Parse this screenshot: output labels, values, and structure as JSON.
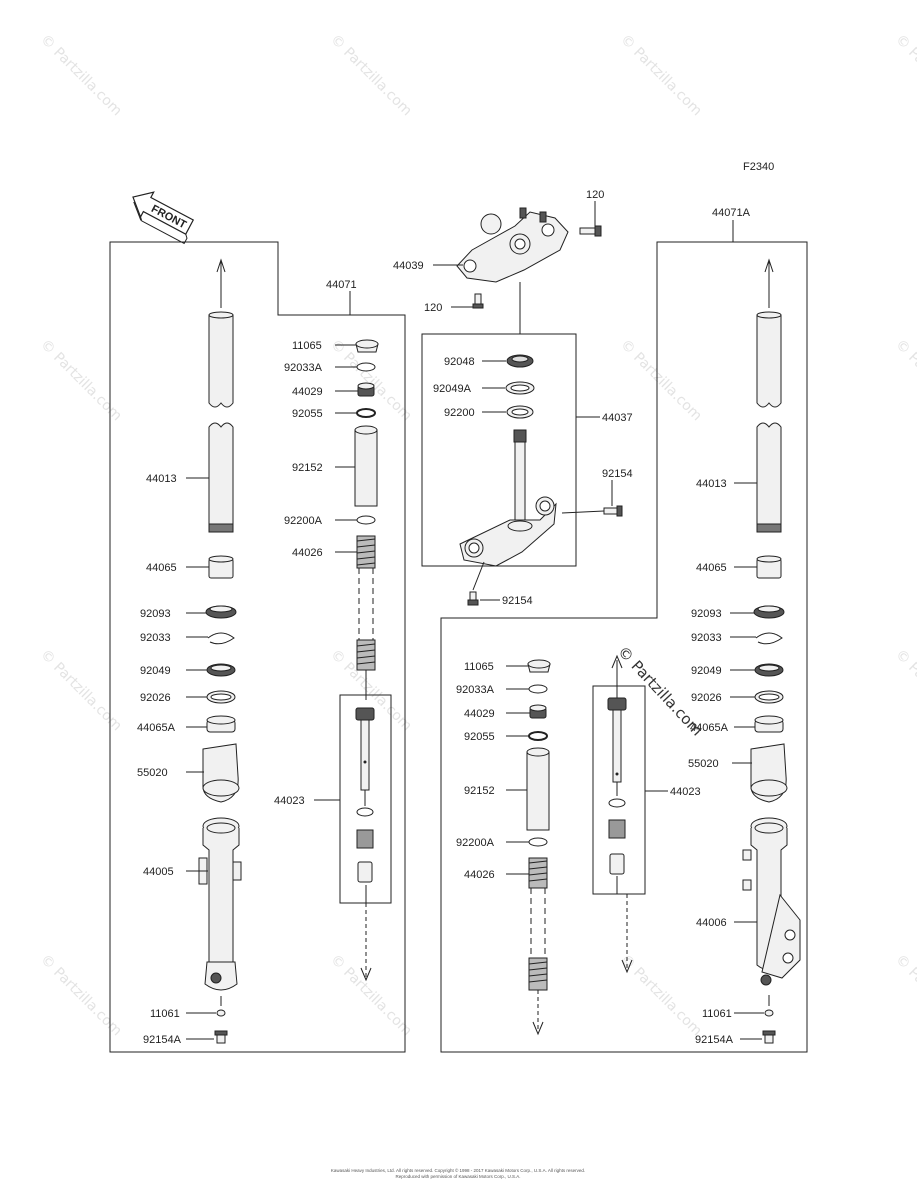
{
  "figure_code": "F2340",
  "front_arrow_label": "FRONT",
  "watermark_text": "© Partzilla.com",
  "diagram_watermark": "© Partzilla.com",
  "copyright_lines": [
    "Kawasaki Heavy Industries, Ltd. All rights reserved. Copyright © 1998 - 2017 Kawasaki Motors Corp., U.S.A. All rights reserved.",
    "Reproduced with permission of Kawasaki Motors Corp., U.S.A."
  ],
  "labels": {
    "left_assembly": "44071",
    "right_assembly": "44071A",
    "steering_assembly": "44037",
    "upper_bracket": "44039",
    "bolt_120_top": "120",
    "bolt_120_bottom": "120",
    "s_92048": "92048",
    "s_92049A": "92049A",
    "s_92200": "92200",
    "s_92154_side": "92154",
    "s_92154_bottom": "92154",
    "l_11065": "11065",
    "l_92033A": "92033A",
    "l_44029": "44029",
    "l_92055": "92055",
    "l_92152": "92152",
    "l_92200A": "92200A",
    "l_44026": "44026",
    "l_44023": "44023",
    "l_44013": "44013",
    "l_44065": "44065",
    "l_92093": "92093",
    "l_92033": "92033",
    "l_92049": "92049",
    "l_92026": "92026",
    "l_44065A": "44065A",
    "l_55020": "55020",
    "l_44005": "44005",
    "l_11061": "11061",
    "l_92154A": "92154A",
    "r_11065": "11065",
    "r_92033A": "92033A",
    "r_44029": "44029",
    "r_92055": "92055",
    "r_92152": "92152",
    "r_92200A": "92200A",
    "r_44026": "44026",
    "r_44023": "44023",
    "r_44013": "44013",
    "r_44065": "44065",
    "r_92093": "92093",
    "r_92033": "92033",
    "r_92049": "92049",
    "r_92026": "92026",
    "r_44065A": "44065A",
    "r_55020": "55020",
    "r_44006": "44006",
    "r_11061": "11061",
    "r_92154A": "92154A"
  }
}
